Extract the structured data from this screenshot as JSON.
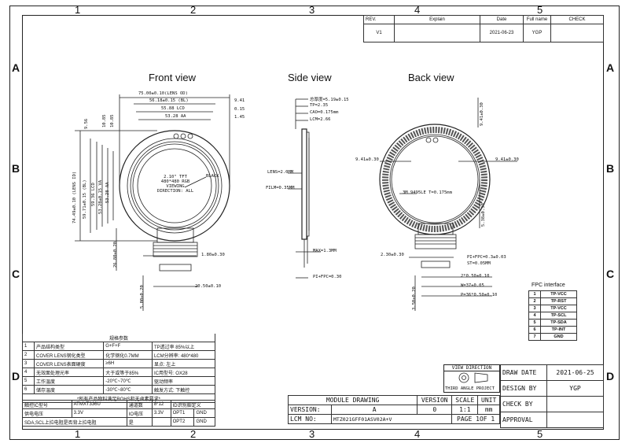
{
  "zone_columns": [
    "1",
    "2",
    "3",
    "4",
    "5"
  ],
  "zone_rows": [
    "A",
    "B",
    "C",
    "D"
  ],
  "revision_table": {
    "headers": [
      "REV.",
      "Explain",
      "Date",
      "Full name",
      "CHECK"
    ],
    "row": [
      "V1",
      "",
      "2021-06-23",
      "YGP",
      ""
    ]
  },
  "views": {
    "front": "Front view",
    "side": "Side view",
    "back": "Back view"
  },
  "front_dims": {
    "lens_od": "75.00±0.10(LENS OD)",
    "bl": "56.18±0.15 (BL)",
    "lcd": "55.88 LCD",
    "aa": "53.28 AA",
    "r1": "9.41",
    "r2": "0.15",
    "r3": "1.45",
    "v1": "9.56",
    "v2": "10.85",
    "v3": "10.85",
    "lens_id": "74.49±0.10 (LENS ID)",
    "lens_od_v": "59.71±0.15 (BL)",
    "lcd_v": "59.36 LCD",
    "va": "53.28±0.15 VA",
    "aa_v": "53.28 AA",
    "panel_lines": [
      "2.10\" TFT",
      "480*480 RGB",
      "VIEWING",
      "DIRECTION: ALL"
    ],
    "black": "BLACK",
    "d1": "1.80±0.30",
    "d2": "20.50±0.10",
    "d3": "26.80±0.20",
    "d4": "5.00±0.20"
  },
  "side_dims": {
    "total": "总厚度=5.19±0.15",
    "tp": "TP=2.35",
    "cao": "CAO=0.175mm",
    "lcm": "LCM=2.66",
    "lens": "LENS=2.0MM",
    "film": "FILM=0.35MM",
    "max": "MAX=1.3MM",
    "pi": "PI+FPC=0.30"
  },
  "back_dims": {
    "top": "9.41±0.30",
    "left": "9.41±0.30",
    "right": "9.41±0.30",
    "tape": "3M 9495LE T=0.175mm",
    "side": "5.38±0.30",
    "b1": "2.30±0.30",
    "b2": "PI+FPC=0.3±0.03",
    "b3": "ST=0.05MM",
    "b4": "2*0.50±0.10",
    "b5": "W=37±0.05",
    "b6": "P=36*0.50±0.10",
    "b7": "3.50±0.20"
  },
  "fpc_interface": {
    "title": "FPC interface",
    "pins": [
      {
        "no": "1",
        "name": "TP-VCC"
      },
      {
        "no": "2",
        "name": "TP-RST"
      },
      {
        "no": "3",
        "name": "TP-VCC"
      },
      {
        "no": "4",
        "name": "TP-SCL"
      },
      {
        "no": "5",
        "name": "TP-SDA"
      },
      {
        "no": "6",
        "name": "TP-INT"
      },
      {
        "no": "7",
        "name": "GND"
      }
    ]
  },
  "spec_table": {
    "title": "规格参数",
    "rows": [
      [
        "1",
        "产品结构类型",
        "G+F+F",
        "TP透过率 85%以上"
      ],
      [
        "2",
        "COVER LENS钢化类型",
        "化学钢化0.7MM",
        "LCM分辨率: 480*480"
      ],
      [
        "3",
        "COVER LENS表面硬度",
        "≥6H",
        "显点: 左上"
      ],
      [
        "4",
        "无效面处理光率",
        "大于或等于85%",
        "IC用型号: OX28"
      ],
      [
        "5",
        "工作温度",
        "-20℃~70℃",
        "驱动频率"
      ],
      [
        "6",
        "储存温度",
        "-30℃~80℃",
        "触发方式: 下触控"
      ]
    ],
    "note": "*所有产品物料满足ROHS和无卤素要求*",
    "ic_row": [
      "触控IC型号",
      "ATMXT336U",
      "通道数",
      "8*12",
      "ID识别脚定义"
    ],
    "power_row": [
      "供电电压",
      "3.3V",
      "IO电压",
      "3.3V",
      "OPT1",
      "GND"
    ],
    "last_row": [
      "SDA,SCL上拉电阻是否背上拉电阻",
      "",
      "是",
      "",
      "OPT2",
      "GND"
    ]
  },
  "view_direction": {
    "label": "VIEW DIRECTION",
    "projection": "THIRD ANGLE PROJECT"
  },
  "title_block": {
    "draw_date_label": "DRAW DATE",
    "draw_date": "2021-06-25",
    "design_by_label": "DESIGN BY",
    "design_by": "YGP",
    "check_by_label": "CHECK BY",
    "approval_label": "APPROVAL",
    "module_drawing": "MODULE DRAWING",
    "version_h": "VERSION",
    "scale_h": "SCALE",
    "unit_h": "UNIT",
    "version_label": "VERSION:",
    "version_val": "A",
    "version_num": "0",
    "scale_val": "1:1",
    "unit_val": "mm",
    "lcm_label": "LCM NO:",
    "lcm_val": "MTZ021GFF01ASV02A+V",
    "page": "PAGE 1OF 1"
  }
}
